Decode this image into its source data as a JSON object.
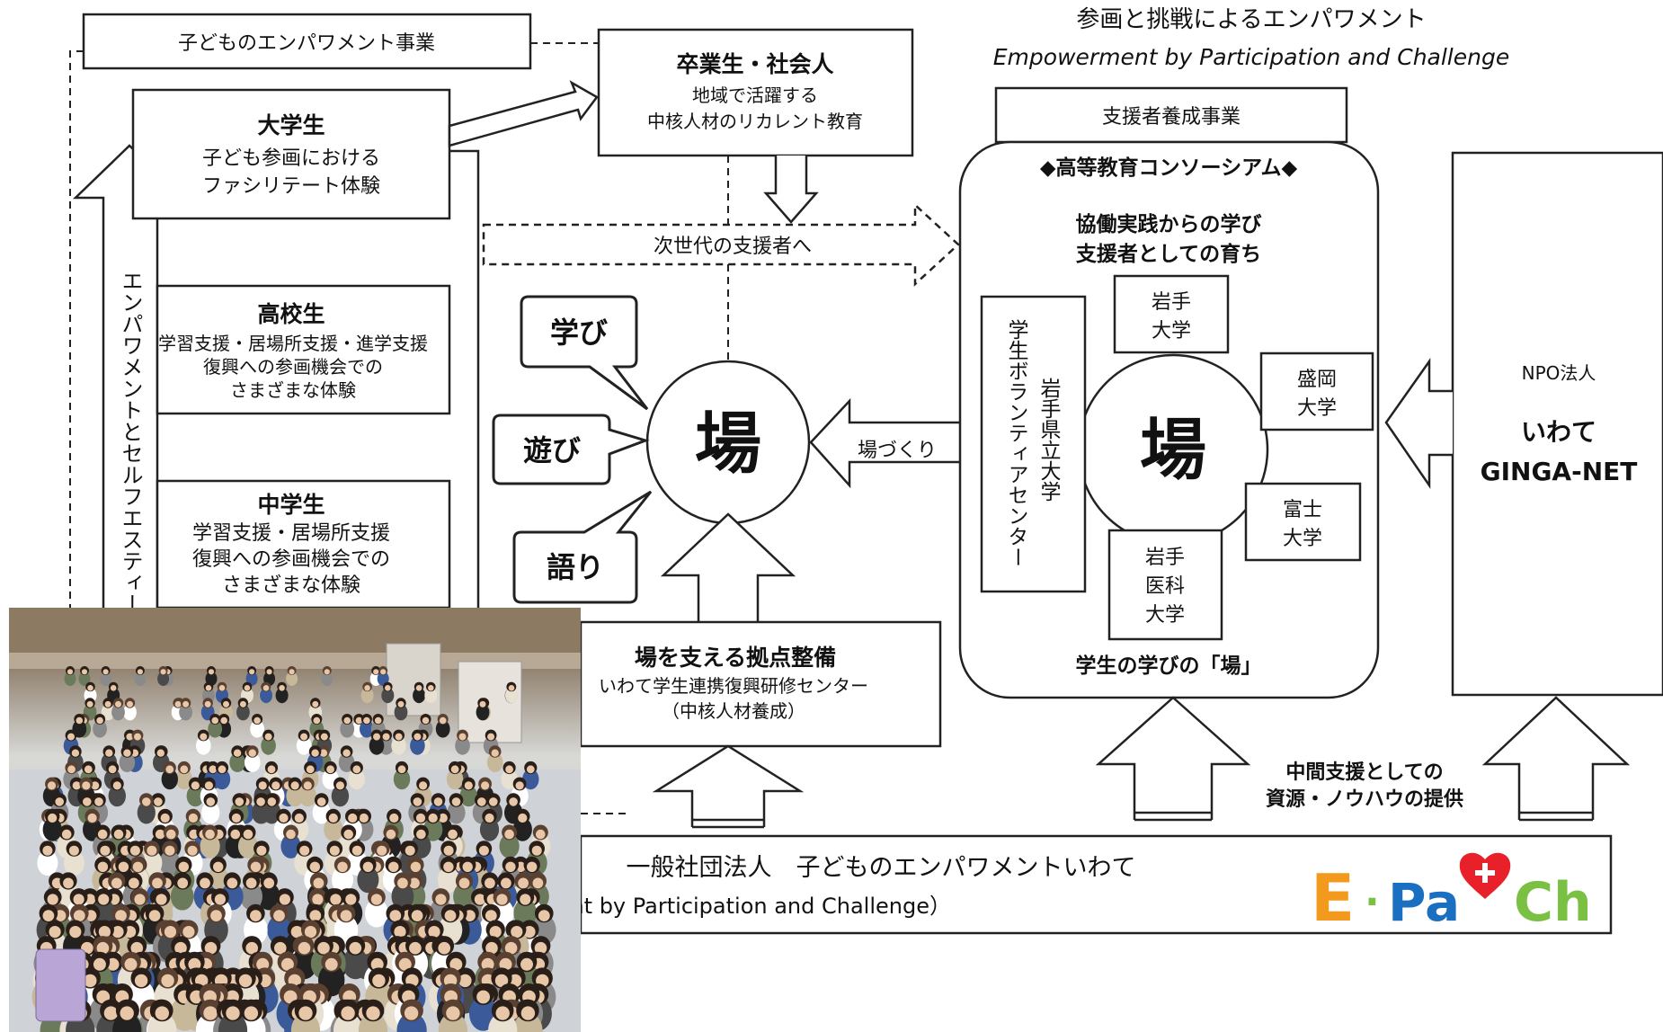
{
  "title": {
    "jp": "参画と挑戦によるエンパワメント",
    "en": "Empowerment by Participation and Challenge"
  },
  "left": {
    "program": "子どものエンパワメント事業",
    "vertical_label": "エンパワメントとセルフエスティーム",
    "university": {
      "title": "大学生",
      "lines": [
        "子ども参画における",
        "ファシリテート体験"
      ]
    },
    "high": {
      "title": "高校生",
      "lines": [
        "学習支援・居場所支援・進学支援",
        "復興への参画機会での",
        "さまざまな体験"
      ]
    },
    "middle": {
      "title": "中学生",
      "lines": [
        "学習支援・居場所支援",
        "復興への参画機会での",
        "さまざまな体験"
      ]
    }
  },
  "grad": {
    "title": "卒業生・社会人",
    "lines": [
      "地域で活躍する",
      "中核人材のリカレント教育"
    ]
  },
  "next_gen": "次世代の支援者へ",
  "ba": {
    "center": "場",
    "manabi": "学び",
    "asobi": "遊び",
    "katari": "語り",
    "bazukuri": "場づくり"
  },
  "base": {
    "title": "場を支える拠点整備",
    "lines": [
      "いわて学生連携復興研修センター",
      "（中核人材養成）"
    ]
  },
  "supporter": {
    "program": "支援者養成事業",
    "consortium": "◆高等教育コンソーシアム◆",
    "lines": [
      "協働実践からの学び",
      "支援者としての育ち"
    ],
    "center": "場",
    "caption": "学生の学びの「場」",
    "vertical": [
      "岩手県立大学",
      "学生ボランティアセンター"
    ],
    "universities": {
      "iwate": [
        "岩手",
        "大学"
      ],
      "morioka": [
        "盛岡",
        "大学"
      ],
      "fuji": [
        "富士",
        "大学"
      ],
      "medical": [
        "岩手",
        "医科",
        "大学"
      ]
    }
  },
  "npo": {
    "type": "NPO法人",
    "name1": "いわて",
    "name2": "GINGA-NET"
  },
  "intermediate": [
    "中間支援としての",
    "資源・ノウハウの提供"
  ],
  "org": {
    "name": "一般社団法人　子どものエンパワメントいわて",
    "sub": "（イーパッチ、Empowerment by Participation and Challenge）"
  },
  "logo": {
    "e": "E",
    "dot": "·",
    "pa": "Pa",
    "ch": "Ch"
  },
  "colors": {
    "logo_orange": "#f39a1e",
    "logo_blue": "#1a6fc0",
    "logo_green": "#7ac143",
    "logo_red": "#e8202a"
  }
}
